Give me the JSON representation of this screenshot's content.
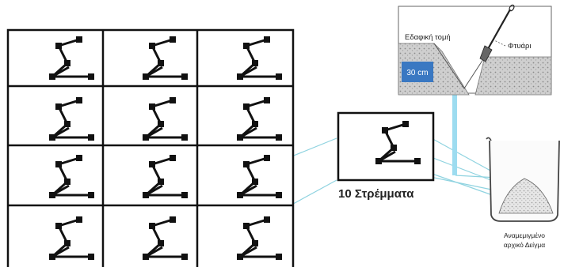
{
  "diagram": {
    "field_area_label": "10 Στρέμματα",
    "soil_section_label": "Εδαφική τομή",
    "depth_label": "30 cm",
    "tool_label": "Φτυάρι",
    "container_label_line1": "Αναμεμιγμένο",
    "container_label_line2": "αρχικό Δείγμα"
  },
  "colors": {
    "grid_line": "#111111",
    "connector_line": "#8fd3e0",
    "depth_box": "#3a78c2",
    "soil_fill": "#d0d0d0"
  },
  "grid": {
    "rows": 4,
    "columns": 3
  },
  "icons": [
    "sampling-path-icon",
    "shovel-icon",
    "beaker-icon"
  ]
}
